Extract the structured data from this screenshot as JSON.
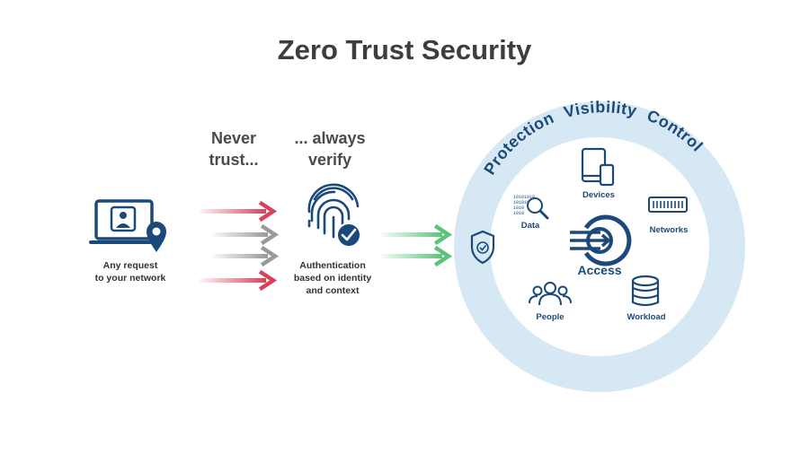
{
  "title": "Zero Trust Security",
  "request": {
    "label_line1": "Any request",
    "label_line2": "to your network"
  },
  "never": {
    "line1": "Never",
    "line2": "trust..."
  },
  "verify": {
    "line1": "... always",
    "line2": "verify"
  },
  "auth": {
    "line1": "Authentication",
    "line2": "based on identity",
    "line3": "and context"
  },
  "ring": {
    "arc1": "Protection",
    "arc2": "Visibility",
    "arc3": "Control"
  },
  "center": {
    "label": "Access"
  },
  "nodes": {
    "devices": "Devices",
    "data": "Data",
    "networks": "Networks",
    "people": "People",
    "workload": "Workload"
  },
  "data_icon": {
    "row1": "10101010",
    "row2": "10101010",
    "row3": "1010",
    "row4": "1010"
  },
  "colors": {
    "navy": "#1b4a7a",
    "red_arrow": "#d9415a",
    "gray_arrow": "#9a9a9a",
    "green_arrow": "#5cc37c",
    "ring": "#d6e8f4"
  }
}
